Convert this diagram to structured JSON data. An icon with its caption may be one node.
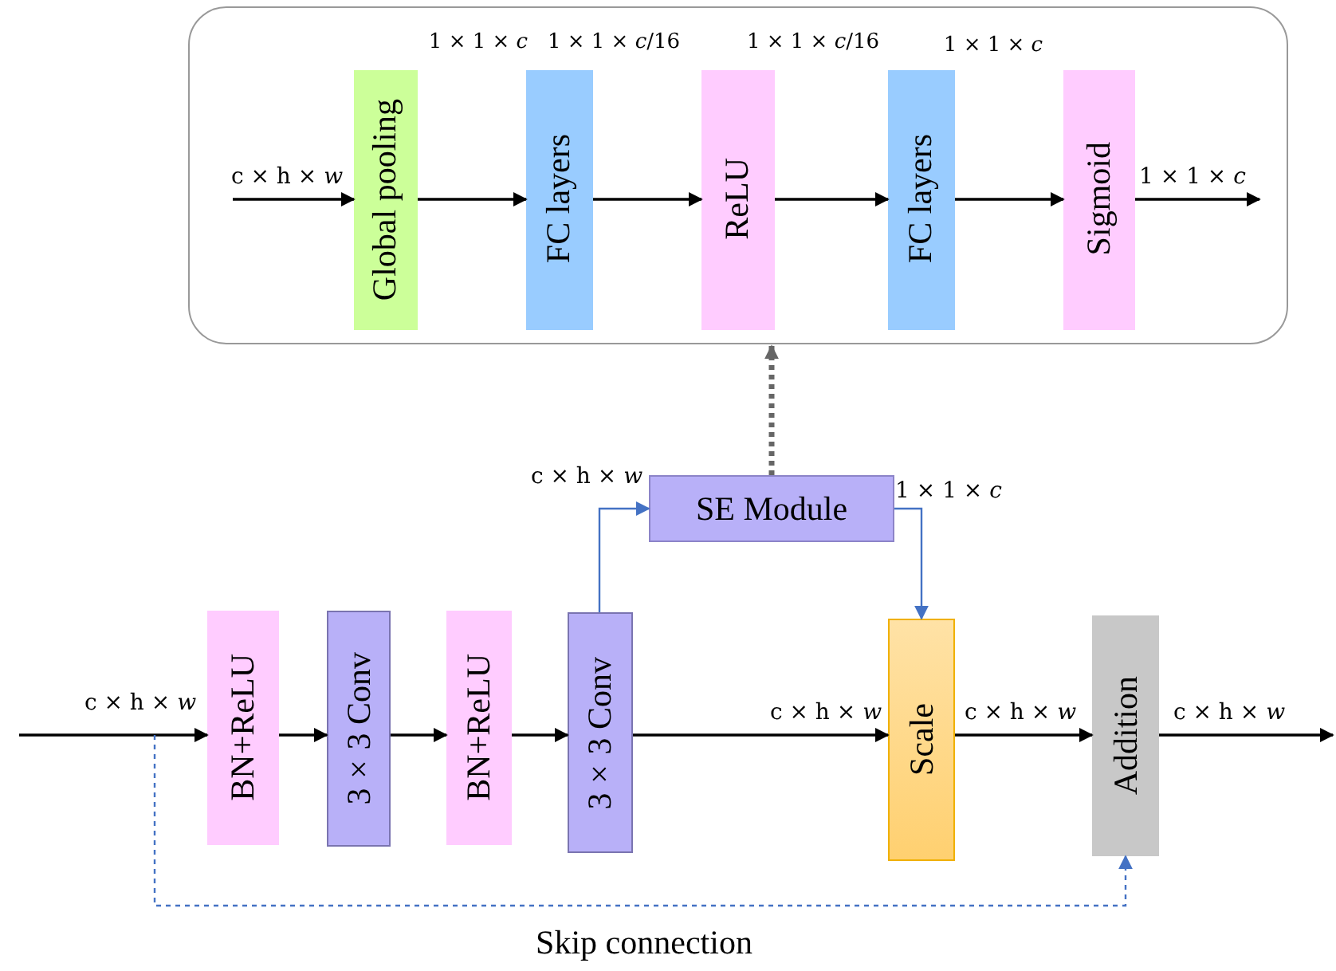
{
  "diagram": {
    "nodes": [
      {
        "text": [],
        "shape": "box"
      },
      {
        "text": [
          "Global pooling"
        ],
        "in": 0
      },
      {
        "text": [
          "FC layers"
        ],
        "in": 0
      },
      {
        "text": [
          "ReLU"
        ],
        "in": 0
      },
      {
        "text": [
          "FC layers"
        ],
        "in": 0
      },
      {
        "text": [
          "Sigmoid"
        ],
        "in": 0
      },
      {
        "text": [
          "SE Module"
        ]
      },
      {
        "text": [
          "BN+ReLU"
        ]
      },
      {
        "text": [
          "3×3 Conv"
        ]
      },
      {
        "text": [
          "BN+ReLU"
        ]
      },
      {
        "text": [
          "3×3 Conv"
        ]
      },
      {
        "text": [
          "Scale"
        ]
      },
      {
        "text": [
          "Addition"
        ]
      }
    ],
    "edges": [
      {
        "from": null,
        "to": 1,
        "arrow": "to",
        "label": "c × h × *w*"
      },
      {
        "from": 1,
        "to": 2,
        "arrow": "to"
      },
      {
        "from": 2,
        "to": 3,
        "arrow": "to"
      },
      {
        "from": 3,
        "to": 4,
        "arrow": "to"
      },
      {
        "from": 4,
        "to": 5,
        "arrow": "to"
      },
      {
        "from": 5,
        "to": null,
        "arrow": "to",
        "label": "1 × 1 × *c*"
      },
      {
        "from": 6,
        "to": 0,
        "arrow": "to",
        "style": "dashed",
        "color": "#666666"
      },
      {
        "from": null,
        "to": 7,
        "arrow": "to",
        "label": "c × h × *w*"
      },
      {
        "from": 7,
        "to": 8,
        "arrow": "to"
      },
      {
        "from": 8,
        "to": 9,
        "arrow": "to"
      },
      {
        "from": 9,
        "to": 10,
        "arrow": "to"
      },
      {
        "from": 10,
        "to": 6,
        "arrow": "to",
        "color": "#4472c4",
        "label": "c × h × *w*"
      },
      {
        "from": 6,
        "to": 11,
        "arrow": "to",
        "color": "#4472c4",
        "label": "1 × 1 × *c*"
      },
      {
        "from": 10,
        "to": 11,
        "arrow": "to",
        "label": "c × h × *w*"
      },
      {
        "from": 11,
        "to": 12,
        "arrow": "to",
        "label": "c × h × *w*"
      },
      {
        "from": 12,
        "to": null,
        "arrow": "to",
        "label": "c × h × *w*"
      },
      {
        "from": null,
        "to": 12,
        "arrow": "to",
        "style": "dashed",
        "color": "#4472c4",
        "label": "Skip connection"
      }
    ],
    "labels": [
      "1 × 1 × *c*",
      "1 × 1 × *c*/16",
      "1 × 1 × *c*/16",
      "1 × 1 × *c*"
    ]
  }
}
